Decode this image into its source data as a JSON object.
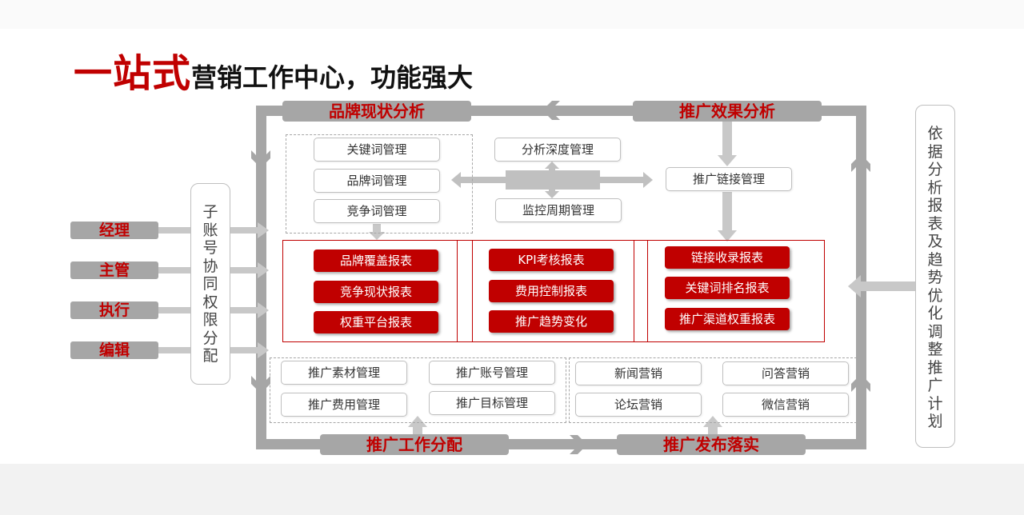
{
  "title": {
    "highlight": "一站式",
    "rest": "营销工作中心，功能强大"
  },
  "banners": {
    "brand_analysis": "品牌现状分析",
    "effect_analysis": "推广效果分析",
    "work_allocation": "推广工作分配",
    "publish": "推广发布落实"
  },
  "brand_group": [
    "关键词管理",
    "品牌词管理",
    "竞争词管理"
  ],
  "middle_group": {
    "top": "分析深度管理",
    "bottom": "监控周期管理"
  },
  "link_manage": "推广链接管理",
  "report_columns": [
    [
      "品牌覆盖报表",
      "竞争现状报表",
      "权重平台报表"
    ],
    [
      "KPI考核报表",
      "费用控制报表",
      "推广趋势变化"
    ],
    [
      "链接收录报表",
      "关键词排名报表",
      "推广渠道权重报表"
    ]
  ],
  "work_group": [
    "推广素材管理",
    "推广账号管理",
    "推广费用管理",
    "推广目标管理"
  ],
  "publish_group": [
    "新闻营销",
    "问答营销",
    "论坛营销",
    "微信营销"
  ],
  "roles": [
    "经理",
    "主管",
    "执行",
    "编辑"
  ],
  "sub_account": "子账号协同权限分配",
  "right_note": "依据分析报表及趋势优化调整推广计划",
  "colors": {
    "accent": "#c00000",
    "gray": "#a6a6a6"
  }
}
